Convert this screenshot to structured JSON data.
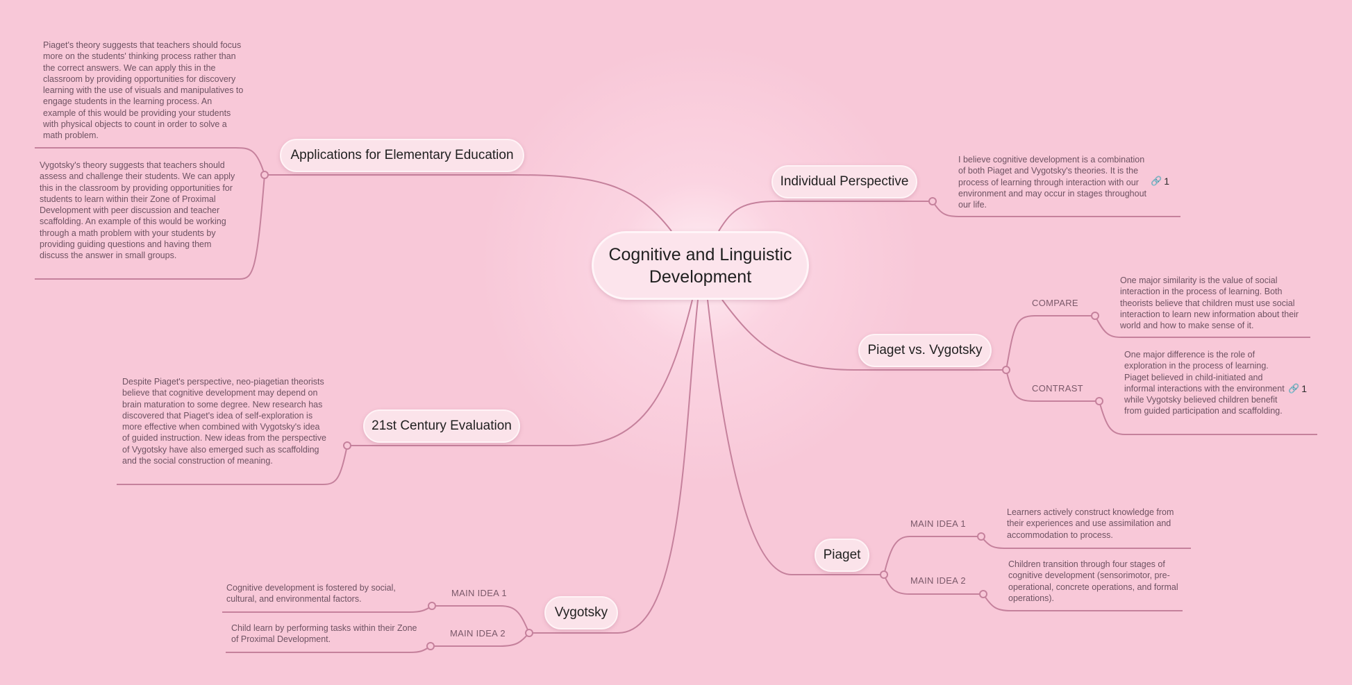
{
  "colors": {
    "background": "#f8c8d8",
    "line": "#c5819c",
    "node_fill": "#fbe3ea"
  },
  "central": {
    "title": "Cognitive and Linguistic Development"
  },
  "branches": {
    "applications": {
      "title": "Applications for Elementary Education",
      "notes": [
        "Piaget's theory suggests that teachers should focus more on the students' thinking process rather than the correct answers. We can apply this in the classroom by providing opportunities for discovery learning with the use of visuals and manipulatives to engage students in the learning process. An example of this would be providing your students with physical objects to count in order to solve a math problem.",
        "Vygotsky's theory suggests that teachers should assess and challenge their students. We can apply this in the classroom by providing opportunities for students to learn within their Zone of Proximal Development with peer discussion and teacher scaffolding. An example of this would be working through a math problem with your students by providing guiding questions and having them discuss the answer in small groups."
      ]
    },
    "individual": {
      "title": "Individual Perspective",
      "note": "I believe cognitive development is a combination of both Piaget and Vygotsky's theories. It is the process of learning through interaction with our environment and may occur in stages throughout our life.",
      "link_icon": "link-icon",
      "link_count": "1"
    },
    "piaget_vs_vygotsky": {
      "title": "Piaget vs. Vygotsky",
      "compare_label": "COMPARE",
      "compare_note": "One major similarity is the value of social interaction in the process of learning. Both theorists believe that children must use social interaction to learn new information about their world and how to make sense of it.",
      "contrast_label": "CONTRAST",
      "contrast_note": "One major difference is the role of exploration in the process of learning. Piaget believed in child-initiated and informal interactions with the environment while Vygotsky believed children benefit from guided participation and scaffolding.",
      "link_icon": "link-icon",
      "link_count": "1"
    },
    "evaluation": {
      "title": "21st Century Evaluation",
      "note": "Despite Piaget's perspective, neo-piagetian theorists believe that cognitive development may depend on brain maturation to some degree. New research has discovered that Piaget's idea of self-exploration is more effective when combined with Vygotsky's idea of guided instruction. New ideas from the perspective of Vygotsky have also emerged such as scaffolding and the social construction of meaning."
    },
    "piaget": {
      "title": "Piaget",
      "main1_label": "MAIN IDEA 1",
      "main1_note": "Learners actively construct knowledge from their experiences and use assimilation and accommodation to process.",
      "main2_label": "MAIN IDEA 2",
      "main2_note": "Children transition through four stages of cognitive development (sensorimotor, pre-operational, concrete operations, and formal operations)."
    },
    "vygotsky": {
      "title": "Vygotsky",
      "main1_label": "MAIN IDEA 1",
      "main1_note": "Cognitive development is fostered by social, cultural, and environmental factors.",
      "main2_label": "MAIN IDEA 2",
      "main2_note": "Child learn by performing tasks within their Zone of Proximal Development."
    }
  }
}
